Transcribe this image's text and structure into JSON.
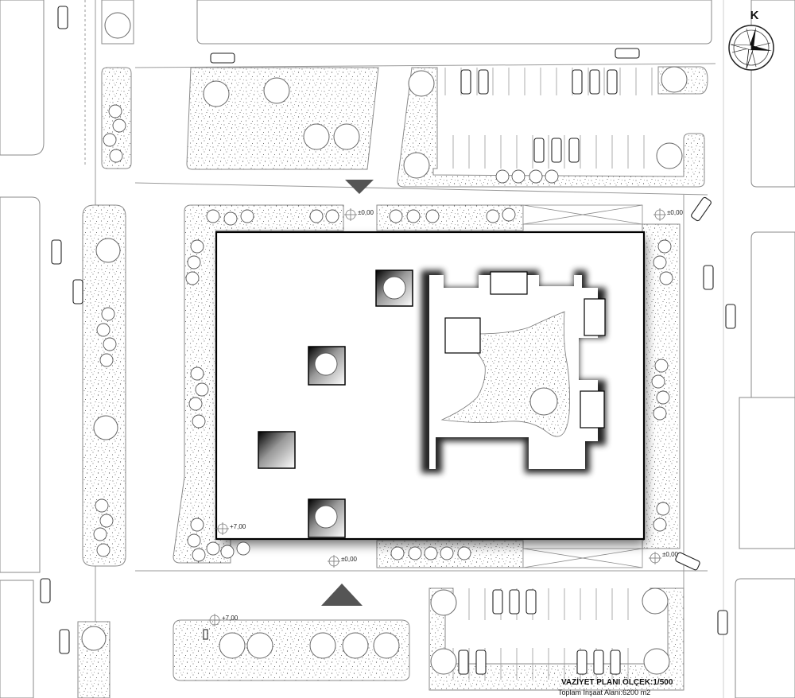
{
  "plan": {
    "title": "VAZİYET PLANI ÖLÇEK:1/500",
    "subtitle": "Toplam İnşaat Alanı:6200 m2",
    "north_label": "K",
    "north_icon": "north-arrow-compass-icon",
    "entrance_icon": "entrance-triangle-icon"
  },
  "levels": [
    {
      "id": "lvl-north-left",
      "label": "±0,00"
    },
    {
      "id": "lvl-north-right",
      "label": "±0,00"
    },
    {
      "id": "lvl-building",
      "label": "+7,00"
    },
    {
      "id": "lvl-south-center",
      "label": "±0,00"
    },
    {
      "id": "lvl-south-right",
      "label": "±0,00"
    },
    {
      "id": "lvl-bottom-park",
      "label": "+7,00"
    }
  ],
  "colors": {
    "line": "#000000",
    "block_outline": "#8a8a8a",
    "stipple": "#555555",
    "background": "#ffffff"
  }
}
